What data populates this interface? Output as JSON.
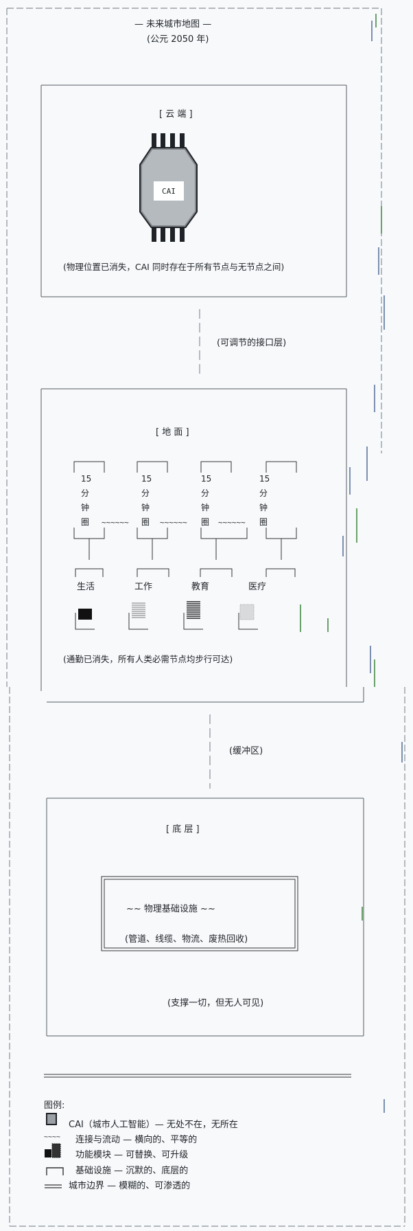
{
  "header": {
    "title": "— 未来城市地图 —",
    "subtitle": "(公元 2050 年)"
  },
  "cloud": {
    "heading": "[ 云 端 ]",
    "cai_label": "CAI",
    "caption": "(物理位置已消失，CAI 同时存在于所有节点与无节点之间)"
  },
  "interface": {
    "label": "(可调节的接口层)"
  },
  "ground": {
    "heading": "[ 地 面 ]",
    "circles": [
      {
        "lines": [
          "15",
          "分",
          "钟",
          "圈"
        ]
      },
      {
        "lines": [
          "15",
          "分",
          "钟",
          "圈"
        ]
      },
      {
        "lines": [
          "15",
          "分",
          "钟",
          "圈"
        ]
      },
      {
        "lines": [
          "15",
          "分",
          "钟",
          "圈"
        ]
      }
    ],
    "flow": "~~~~~~",
    "modules": [
      "生活",
      "工作",
      "教育",
      "医疗"
    ],
    "caption": "(通勤已消失，所有人类必需节点均步行可达)"
  },
  "buffer": {
    "label": "(缓冲区)"
  },
  "base": {
    "heading": "[ 底 层 ]",
    "infra_title": "~~ 物理基础设施 ~~",
    "infra_list": "(管道、线缆、物流、废热回收)",
    "caption": "(支撑一切，但无人可见)"
  },
  "legend": {
    "title": "图例:",
    "items": [
      {
        "icon": "cai-icon",
        "text": "CAI（城市人工智能）— 无处不在，无所在"
      },
      {
        "icon": "wave-icon",
        "text": "连接与流动 — 横向的、平等的"
      },
      {
        "icon": "module-icon",
        "text": "功能模块 — 可替换、可升级"
      },
      {
        "icon": "bracket-icon",
        "text": "基础设施 — 沉默的、底层的"
      },
      {
        "icon": "double-line-icon",
        "text": "城市边界 — 模糊的、可渗透的"
      }
    ]
  },
  "colors": {
    "ink": "#1f2226",
    "accent_green": "#6aa06a",
    "accent_blue": "#6b7fa8",
    "border": "#9aa0a6"
  }
}
